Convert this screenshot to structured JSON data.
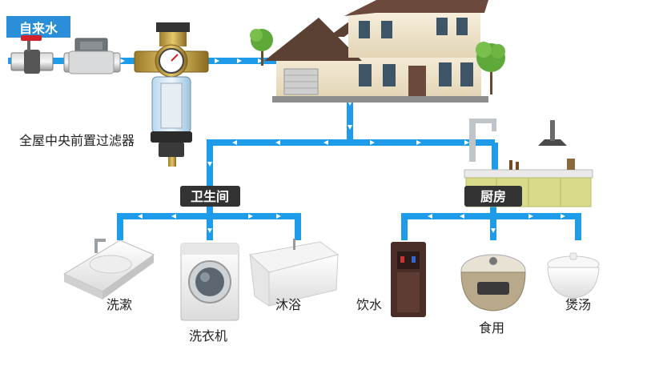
{
  "source_label": "自来水",
  "filter_label": "全屋中央前置过滤器",
  "rooms": {
    "bathroom": "卫生间",
    "kitchen": "厨房"
  },
  "fixtures": {
    "basin": "洗漱",
    "washer": "洗衣机",
    "bathtub": "沐浴",
    "dispenser": "饮水",
    "rice_cooker": "食用",
    "soup_pot": "煲汤"
  },
  "colors": {
    "pipe": "#1e9be9",
    "pill": "#333333",
    "tag": "#2a8fd8"
  }
}
